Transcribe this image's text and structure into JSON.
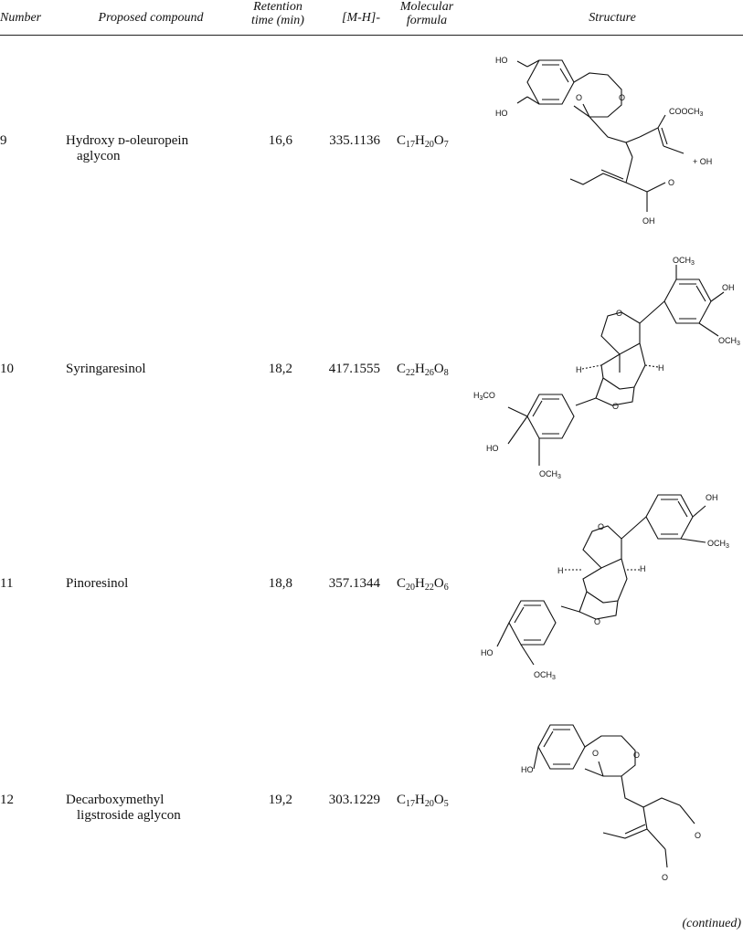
{
  "header": {
    "number": "Number",
    "compound": "Proposed compound",
    "retention_line1": "Retention",
    "retention_line2": "time (min)",
    "mh": "[M-H]-",
    "formula_line1": "Molecular",
    "formula_line2": "formula",
    "structure": "Structure"
  },
  "rows": [
    {
      "number": "9",
      "compound_line1": "Hydroxy ᴅ-oleuropein",
      "compound_line2": "aglycon",
      "retention": "16,6",
      "mh": "335.1136",
      "formula": {
        "c": "17",
        "h": "20",
        "o": "7"
      },
      "labels": {
        "ho1": "HO",
        "ho2": "HO",
        "cooch3": "COOCH",
        "ch3sub": "3",
        "o_ring": "O",
        "o_ring2": "O",
        "o_ald": "O",
        "oh_bottom": "OH",
        "plus_oh": "+ OH"
      }
    },
    {
      "number": "10",
      "compound_line1": "Syringaresinol",
      "compound_line2": "",
      "retention": "18,2",
      "mh": "417.1555",
      "formula": {
        "c": "22",
        "h": "26",
        "o": "8"
      },
      "labels": {
        "och3_top": "OCH",
        "oh": "OH",
        "och3_right": "OCH",
        "h3co": "H",
        "h3co_tail": "CO",
        "ho": "HO",
        "och3_bottom": "OCH",
        "sub3": "3",
        "o1": "O",
        "o2": "O",
        "h_left": "H",
        "h_right": "H"
      }
    },
    {
      "number": "11",
      "compound_line1": "Pinoresinol",
      "compound_line2": "",
      "retention": "18,8",
      "mh": "357.1344",
      "formula": {
        "c": "20",
        "h": "22",
        "o": "6"
      },
      "labels": {
        "oh": "OH",
        "och3_right": "OCH",
        "ho": "HO",
        "och3_bottom": "OCH",
        "sub3": "3",
        "o1": "O",
        "o2": "O",
        "h_left": "H",
        "h_right": "H"
      }
    },
    {
      "number": "12",
      "compound_line1": "Decarboxymethyl",
      "compound_line2": "ligstroside aglycon",
      "retention": "19,2",
      "mh": "303.1229",
      "formula": {
        "c": "17",
        "h": "20",
        "o": "5"
      },
      "labels": {
        "ho": "HO",
        "o_ring": "O",
        "o_ring2": "O",
        "o_ald1": "O",
        "o_ald2": "O"
      }
    }
  ],
  "footer": {
    "continued": "(continued)"
  }
}
